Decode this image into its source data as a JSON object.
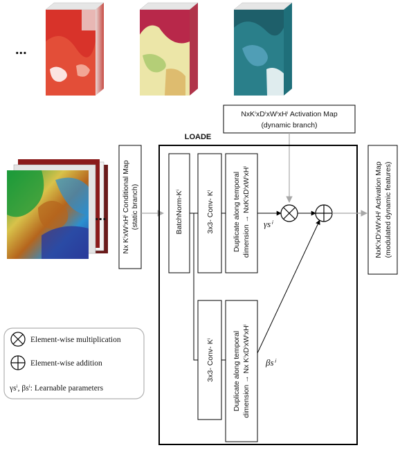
{
  "ellipsis": "...",
  "loade_title": "LOADE",
  "activation_top": {
    "line1": "NxKⁱxDⁱxWⁱxHⁱ Activation Map",
    "line2": "(dynamic branch)"
  },
  "conditional_map": {
    "line1": "Nx KⁱxWⁱxHⁱ Conditional Map",
    "line2": "(static branch)"
  },
  "batchnorm": "BatchNorm-Kⁱ",
  "conv_top": "3x3- Conv- Kⁱ",
  "conv_bottom": "3x3- Conv- Kⁱ",
  "dup_top": {
    "line1": "Duplicate along temporal",
    "line2": "dimension → NxKⁱxDⁱxWⁱxHⁱ"
  },
  "dup_bottom": {
    "line1": "Duplicate along temporal",
    "line2": "dimension → Nx KⁱxDⁱxWⁱxHⁱ"
  },
  "gamma_label": "γsⁱ",
  "beta_label": "βsⁱ",
  "activation_out": {
    "line1": "NxKⁱxDⁱxWⁱxHⁱ Activation Map",
    "line2": "(modulated dynamic features)"
  },
  "legend": {
    "multiplication": "Element-wise multiplication",
    "addition": "Element-wise addition",
    "params": "γsⁱ, βsⁱ: Learnable parameters"
  },
  "colors": {
    "stroke": "#000000",
    "arrow_gray": "#a8a8a8",
    "legend_border": "#b0b0b0",
    "heat_red": "#d8332a",
    "terrain_cream": "#ece6a8",
    "ocean_teal": "#2a7f8a",
    "map_blue": "#2b5fb0"
  },
  "icons": [
    "multiply-circle-icon",
    "add-circle-icon",
    "arrow-right-icon",
    "arrow-down-icon"
  ]
}
